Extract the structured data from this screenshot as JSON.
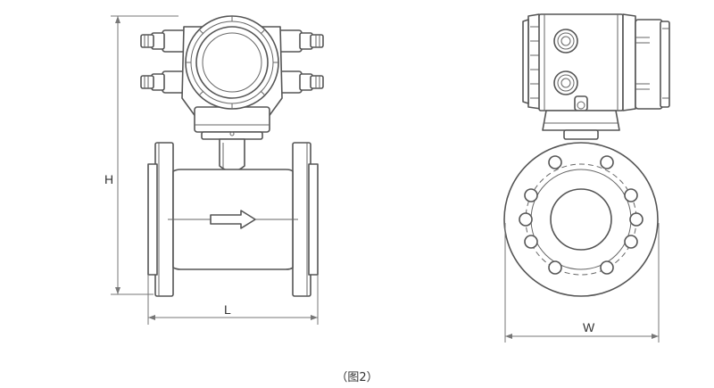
{
  "dimensions": {
    "height_label": "H",
    "length_label": "L",
    "width_label": "W"
  },
  "caption": "（图2）",
  "colors": {
    "line": "#555555",
    "background": "#ffffff"
  }
}
